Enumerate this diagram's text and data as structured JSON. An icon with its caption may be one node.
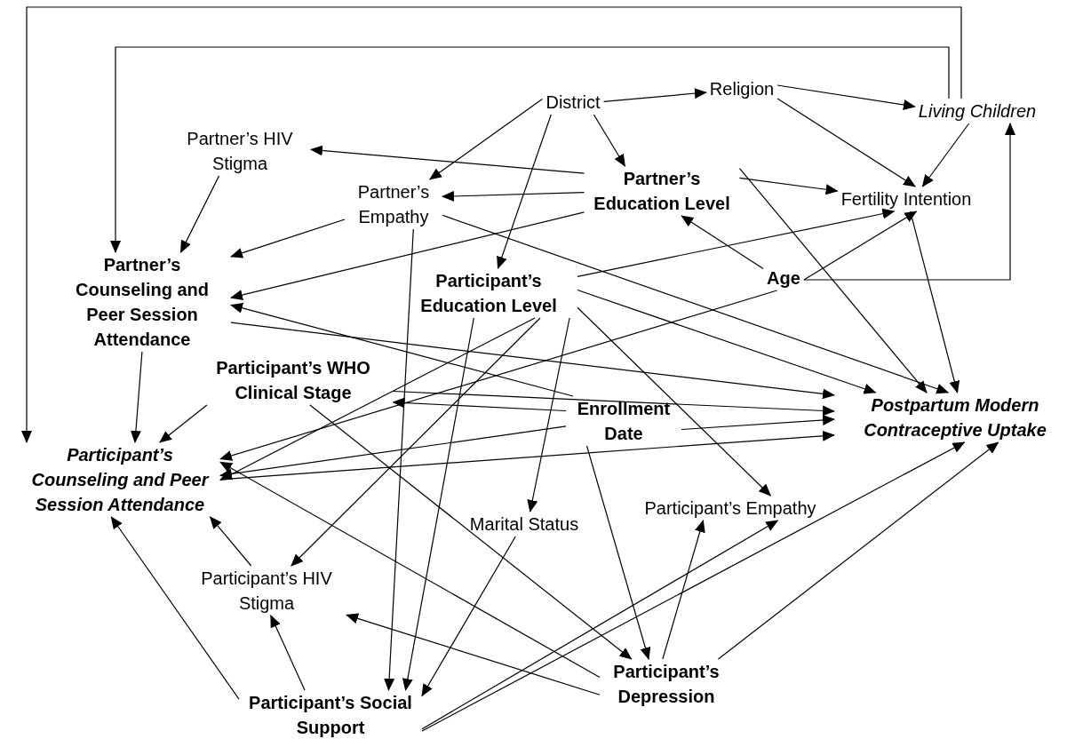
{
  "diagram": {
    "nodes": [
      {
        "text": [
          "District"
        ]
      },
      {
        "text": [
          "Religion"
        ]
      },
      {
        "text": [
          "Living Children"
        ]
      },
      {
        "text": [
          "Partner’s HIV Stigma"
        ]
      },
      {
        "text": [
          "Partner’s Empathy"
        ]
      },
      {
        "text": [
          "Partner’s Education Level"
        ]
      },
      {
        "text": [
          "Fertility Intention"
        ]
      },
      {
        "text": [
          "Partner’s Counseling and Peer Session Attendance"
        ]
      },
      {
        "text": [
          "Participant’s Education Level"
        ]
      },
      {
        "text": [
          "Age"
        ]
      },
      {
        "text": [
          "Participant’s WHO Clinical Stage"
        ]
      },
      {
        "text": [
          "Enrollment Date"
        ]
      },
      {
        "text": [
          "Postpartum Modern Contraceptive Uptake"
        ]
      },
      {
        "text": [
          "Participant’s Counseling and Peer Session Attendance"
        ]
      },
      {
        "text": [
          "Marital Status"
        ]
      },
      {
        "text": [
          "Participant’s Empathy"
        ]
      },
      {
        "text": [
          "Participant’s HIV Stigma"
        ]
      },
      {
        "text": [
          "Participant’s Depression"
        ]
      },
      {
        "text": [
          "Participant’s Social Support"
        ]
      }
    ],
    "edges": [
      {
        "from": 0,
        "to": 1,
        "arrow": "to"
      },
      {
        "from": 0,
        "to": 4,
        "arrow": "to"
      },
      {
        "from": 0,
        "to": 5,
        "arrow": "to"
      },
      {
        "from": 0,
        "to": 8,
        "arrow": "to"
      },
      {
        "from": 1,
        "to": 2,
        "arrow": "to"
      },
      {
        "from": 1,
        "to": 6,
        "arrow": "to"
      },
      {
        "from": 2,
        "to": 6,
        "arrow": "to"
      },
      {
        "from": 2,
        "to": 7,
        "arrow": "to"
      },
      {
        "from": 2,
        "to": 13,
        "arrow": "to"
      },
      {
        "from": 5,
        "to": 3,
        "arrow": "to"
      },
      {
        "from": 5,
        "to": 4,
        "arrow": "to"
      },
      {
        "from": 5,
        "to": 7,
        "arrow": "to"
      },
      {
        "from": 5,
        "to": 6,
        "arrow": "to"
      },
      {
        "from": 5,
        "to": 12,
        "arrow": "to"
      },
      {
        "from": 9,
        "to": 5,
        "arrow": "to"
      },
      {
        "from": 9,
        "to": 6,
        "arrow": "to"
      },
      {
        "from": 9,
        "to": 2,
        "arrow": "to"
      },
      {
        "from": 9,
        "to": 13,
        "arrow": "to"
      },
      {
        "from": 3,
        "to": 7,
        "arrow": "to"
      },
      {
        "from": 4,
        "to": 7,
        "arrow": "to"
      },
      {
        "from": 4,
        "to": 12,
        "arrow": "to"
      },
      {
        "from": 4,
        "to": 18,
        "arrow": "to"
      },
      {
        "from": 6,
        "to": 12,
        "arrow": "to"
      },
      {
        "from": 8,
        "to": 6,
        "arrow": "to"
      },
      {
        "from": 8,
        "to": 12,
        "arrow": "to"
      },
      {
        "from": 8,
        "to": 15,
        "arrow": "to"
      },
      {
        "from": 8,
        "to": 16,
        "arrow": "to"
      },
      {
        "from": 8,
        "to": 18,
        "arrow": "to"
      },
      {
        "from": 8,
        "to": 13,
        "arrow": "to"
      },
      {
        "from": 8,
        "to": 14,
        "arrow": "to"
      },
      {
        "from": 7,
        "to": 13,
        "arrow": "to"
      },
      {
        "from": 7,
        "to": 12,
        "arrow": "to"
      },
      {
        "from": 11,
        "to": 7,
        "arrow": "to"
      },
      {
        "from": 10,
        "to": 13,
        "arrow": "to"
      },
      {
        "from": 10,
        "to": 12,
        "arrow": "to"
      },
      {
        "from": 10,
        "to": 17,
        "arrow": "to"
      },
      {
        "from": 11,
        "to": 10,
        "arrow": "to"
      },
      {
        "from": 11,
        "to": 12,
        "arrow": "to"
      },
      {
        "from": 11,
        "to": 17,
        "arrow": "to"
      },
      {
        "from": 11,
        "to": 13,
        "arrow": "to"
      },
      {
        "from": 13,
        "to": 12,
        "arrow": "to"
      },
      {
        "from": 17,
        "to": 13,
        "arrow": "to"
      },
      {
        "from": 16,
        "to": 13,
        "arrow": "to"
      },
      {
        "from": 18,
        "to": 13,
        "arrow": "to"
      },
      {
        "from": 18,
        "to": 16,
        "arrow": "to"
      },
      {
        "from": 18,
        "to": 15,
        "arrow": "to"
      },
      {
        "from": 18,
        "to": 12,
        "arrow": "to"
      },
      {
        "from": 17,
        "to": 15,
        "arrow": "to"
      },
      {
        "from": 17,
        "to": 16,
        "arrow": "to"
      },
      {
        "from": 17,
        "to": 12,
        "arrow": "to"
      },
      {
        "from": 14,
        "to": 18,
        "arrow": "to"
      }
    ]
  }
}
